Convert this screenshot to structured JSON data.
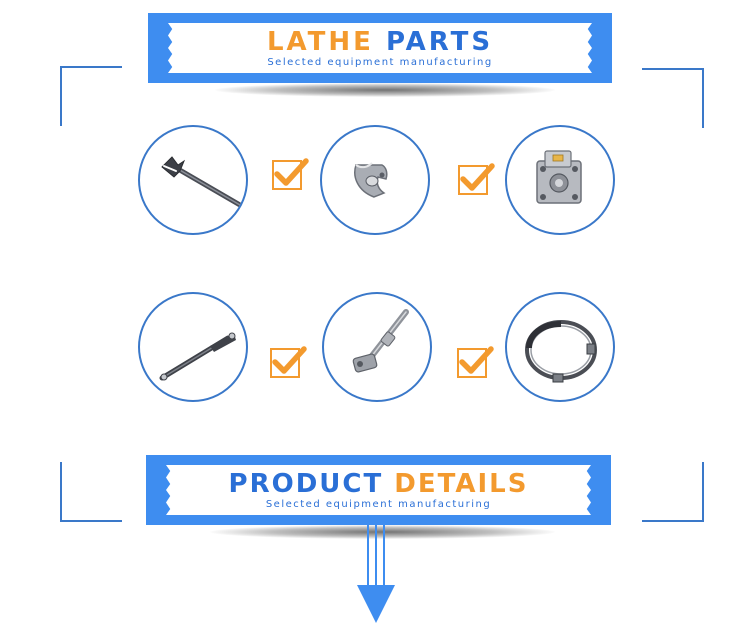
{
  "header": {
    "title_part1": "LATHE",
    "title_part2": "PARTS",
    "subtitle": "Selected equipment manufacturing"
  },
  "footer_banner": {
    "title_part1": "PRODUCT",
    "title_part2": "DETAILS",
    "subtitle": "Selected equipment manufacturing"
  },
  "colors": {
    "accent_blue": "#3e8df0",
    "outline_blue": "#3a78c9",
    "accent_orange": "#f39a2e"
  },
  "products": [
    {
      "icon": "wrench-icon"
    },
    {
      "icon": "bracket-part-icon"
    },
    {
      "icon": "valve-block-icon"
    },
    {
      "icon": "lever-rod-icon"
    },
    {
      "icon": "shaft-part-icon"
    },
    {
      "icon": "clamp-ring-icon"
    }
  ],
  "checkmarks": [
    "check-icon",
    "check-icon",
    "check-icon",
    "check-icon"
  ]
}
